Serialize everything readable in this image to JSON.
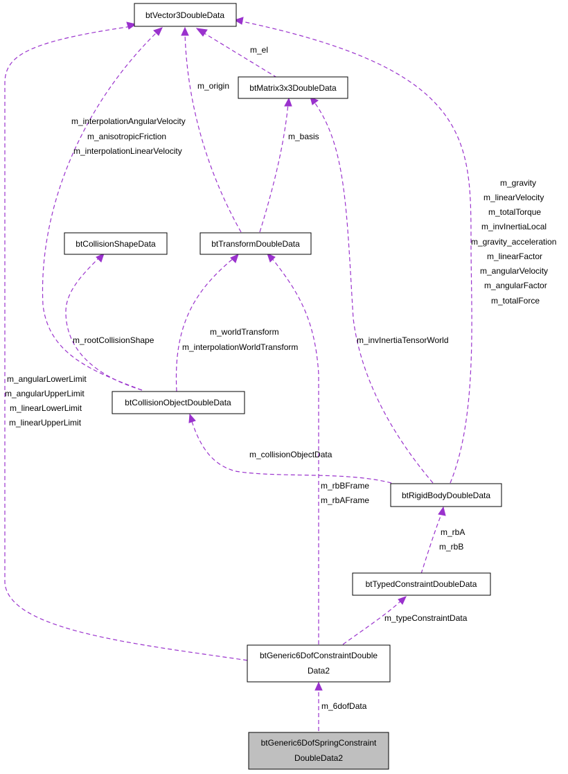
{
  "nodes": {
    "vector3": "btVector3DoubleData",
    "matrix3x3": "btMatrix3x3DoubleData",
    "collisionShape": "btCollisionShapeData",
    "transform": "btTransformDoubleData",
    "collisionObject": "btCollisionObjectDoubleData",
    "rigidBody": "btRigidBodyDoubleData",
    "typedConstraint": "btTypedConstraintDoubleData",
    "generic6dof": [
      "btGeneric6DofConstraintDouble",
      "Data2"
    ],
    "spring6dof": [
      "btGeneric6DofSpringConstraint",
      "DoubleData2"
    ]
  },
  "edge_labels": {
    "matrix_el": [
      "m_el"
    ],
    "transform_origin": [
      "m_origin"
    ],
    "transform_basis": [
      "m_basis"
    ],
    "collobj_vectors": [
      "m_interpolationAngularVelocity",
      "m_anisotropicFriction",
      "m_interpolationLinearVelocity"
    ],
    "collobj_shape": [
      "m_rootCollisionShape"
    ],
    "collobj_transforms": [
      "m_worldTransform",
      "m_interpolationWorldTransform"
    ],
    "rigid_vectors": [
      "m_gravity",
      "m_linearVelocity",
      "m_totalTorque",
      "m_invInertiaLocal",
      "m_gravity_acceleration",
      "m_linearFactor",
      "m_angularVelocity",
      "m_angularFactor",
      "m_totalForce"
    ],
    "rigid_tensor": [
      "m_invInertiaTensorWorld"
    ],
    "rigid_collobj": [
      "m_collisionObjectData"
    ],
    "generic_frames": [
      "m_rbBFrame",
      "m_rbAFrame"
    ],
    "generic_limits": [
      "m_angularLowerLimit",
      "m_angularUpperLimit",
      "m_linearLowerLimit",
      "m_linearUpperLimit"
    ],
    "typed_bodies": [
      "m_rbA",
      "m_rbB"
    ],
    "generic_typed": [
      "m_typeConstraintData"
    ],
    "spring_generic": [
      "m_6dofData"
    ]
  },
  "colors": {
    "edge": "#9a32cd",
    "highlight_fill": "#bfbfbf",
    "node_border": "#000000"
  }
}
